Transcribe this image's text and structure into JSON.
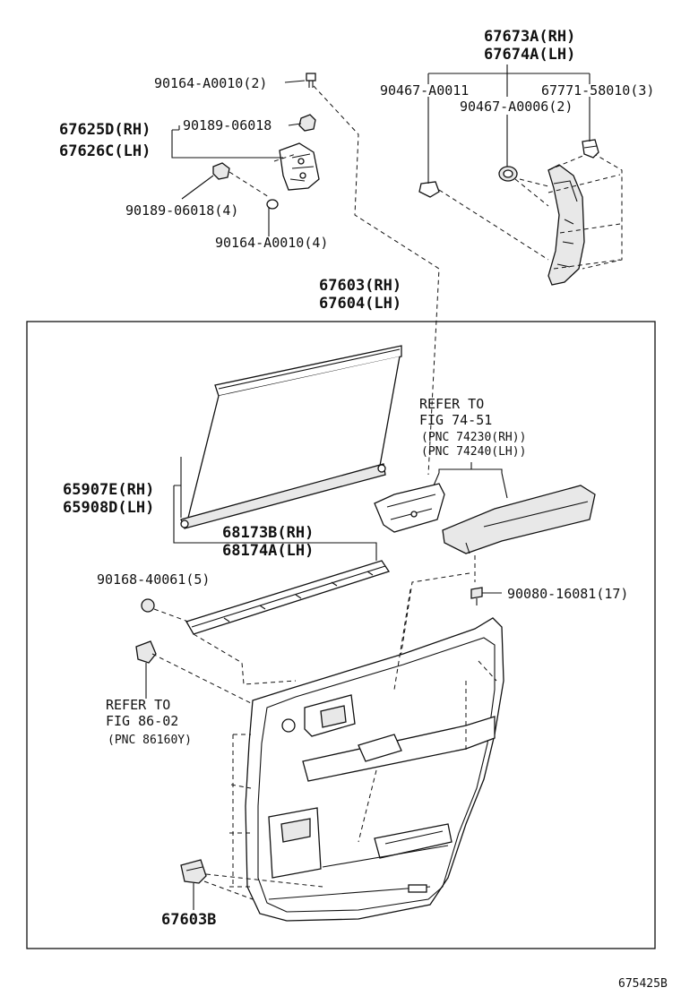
{
  "labels": {
    "l_67673A": "67673A(RH)",
    "l_67674A": "67674A(LH)",
    "l_90164_top": "90164-A0010(2)",
    "l_90467_0011": "90467-A0011",
    "l_67771": "67771-58010(3)",
    "l_90467_0006": "90467-A0006(2)",
    "l_67625D": "67625D(RH)",
    "l_67626C": "67626C(LH)",
    "l_90189_top": "90189-06018",
    "l_90189_4": "90189-06018(4)",
    "l_90164_4": "90164-A0010(4)",
    "l_67603": "67603(RH)",
    "l_67604": "67604(LH)",
    "l_refer_74_1": "REFER TO",
    "l_refer_74_2": "FIG 74-51",
    "l_pnc_74230": "(PNC 74230(RH))",
    "l_pnc_74240": "(PNC 74240(LH))",
    "l_65907E": "65907E(RH)",
    "l_65908D": "65908D(LH)",
    "l_68173B": "68173B(RH)",
    "l_68174A": "68174A(LH)",
    "l_90168": "90168-40061(5)",
    "l_90080": "90080-16081(17)",
    "l_refer_86_1": "REFER TO",
    "l_refer_86_2": "FIG 86-02",
    "l_pnc_86160": "(PNC 86160Y)",
    "l_67603B": "67603B",
    "l_figure_code": "675425B"
  },
  "icons": {
    "bolt": "screw-icon",
    "clip": "clip-icon",
    "nut": "nut-icon"
  }
}
